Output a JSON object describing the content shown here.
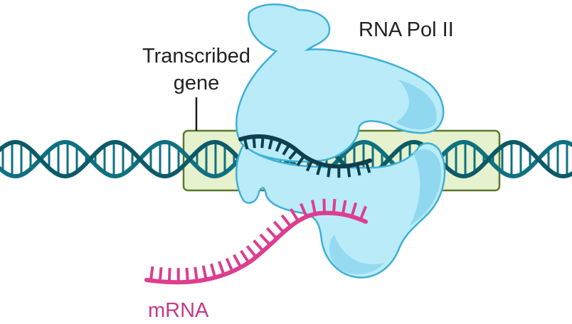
{
  "labels": {
    "polymerase": "RNA Pol II",
    "gene_line1": "Transcribed",
    "gene_line2": "gene",
    "mrna": "mRNA"
  },
  "colors": {
    "gene_fill": "#e6f1cd",
    "gene_stroke": "#5b7a2e",
    "dna_strand": "#0f7180",
    "dna_strand_dark": "#0c5a67",
    "polymerase_fill": "#b9ebf8",
    "polymerase_stroke": "#3fb0d6",
    "polymerase_shade": "#86d3ee",
    "template_strand": "#0e3f4c",
    "mrna": "#dd3e8f",
    "label_text": "#222222",
    "mrna_label": "#c13b8b"
  },
  "icons": {
    "dna": "dna-double-helix-icon",
    "polymerase": "rna-polymerase-icon",
    "mrna": "mrna-strand-icon"
  }
}
